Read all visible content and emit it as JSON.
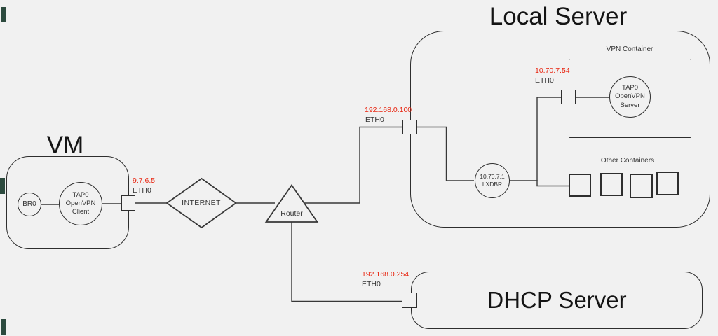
{
  "colors": {
    "background": "#f1f1f1",
    "line": "#383838",
    "accent_red": "#e8240f",
    "text": "#333333",
    "title": "#141414"
  },
  "vm": {
    "title": "VM",
    "br0_label": "BR0",
    "tap0_lines": [
      "TAP0",
      "OpenVPN",
      "Client"
    ],
    "ip": "9.7.6.5",
    "eth": "ETH0"
  },
  "internet": {
    "label": "INTERNET"
  },
  "router": {
    "label": "Router"
  },
  "local_server": {
    "title": "Local Server",
    "ip": "192.168.0.100",
    "eth": "ETH0",
    "vpn_container": {
      "label": "VPN Container",
      "ip": "10.70.7.54",
      "eth": "ETH0",
      "tap0_lines": [
        "TAP0",
        "OpenVPN",
        "Server"
      ]
    },
    "lxdbr": {
      "ip": "10.70.7.1",
      "label": "LXDBR"
    },
    "other_containers": {
      "label": "Other Containers",
      "count": 4
    }
  },
  "dhcp": {
    "title": "DHCP Server",
    "ip": "192.168.0.254",
    "eth": "ETH0"
  }
}
